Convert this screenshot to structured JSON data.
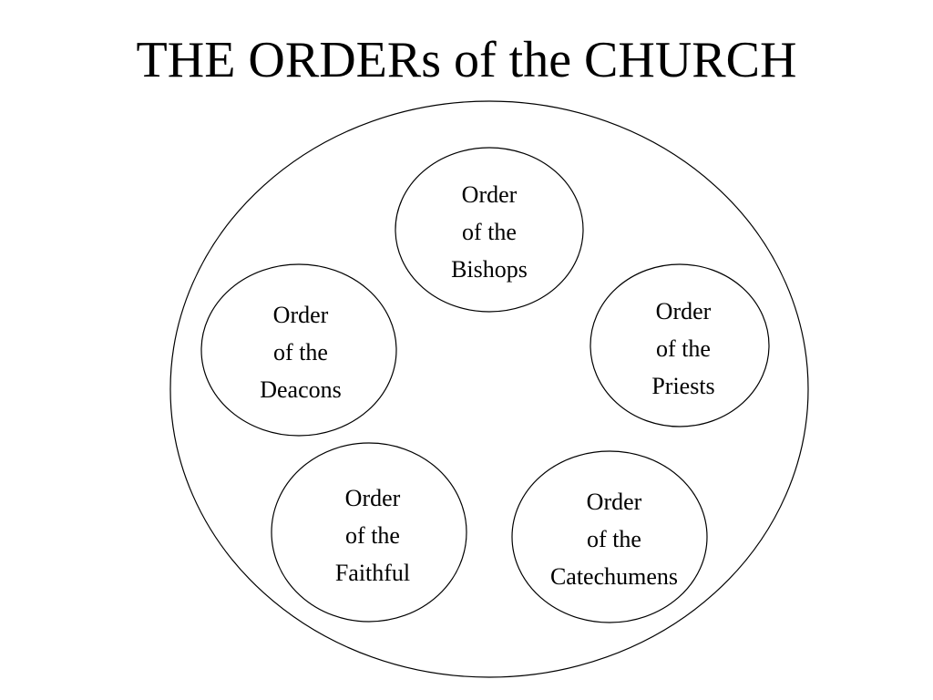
{
  "title": "THE ORDERs of the CHURCH",
  "diagram": {
    "container": "church",
    "orders": [
      {
        "id": "bishops",
        "lines": [
          "Order",
          "of the",
          "Bishops"
        ]
      },
      {
        "id": "deacons",
        "lines": [
          "Order",
          "of the",
          "Deacons"
        ]
      },
      {
        "id": "priests",
        "lines": [
          "Order",
          "of the",
          "Priests"
        ]
      },
      {
        "id": "faithful",
        "lines": [
          "Order",
          "of the",
          "Faithful"
        ]
      },
      {
        "id": "catechumens",
        "lines": [
          "Order",
          "of the",
          "Catechumens"
        ]
      }
    ]
  },
  "colors": {
    "stroke": "#000000",
    "background": "#ffffff"
  }
}
